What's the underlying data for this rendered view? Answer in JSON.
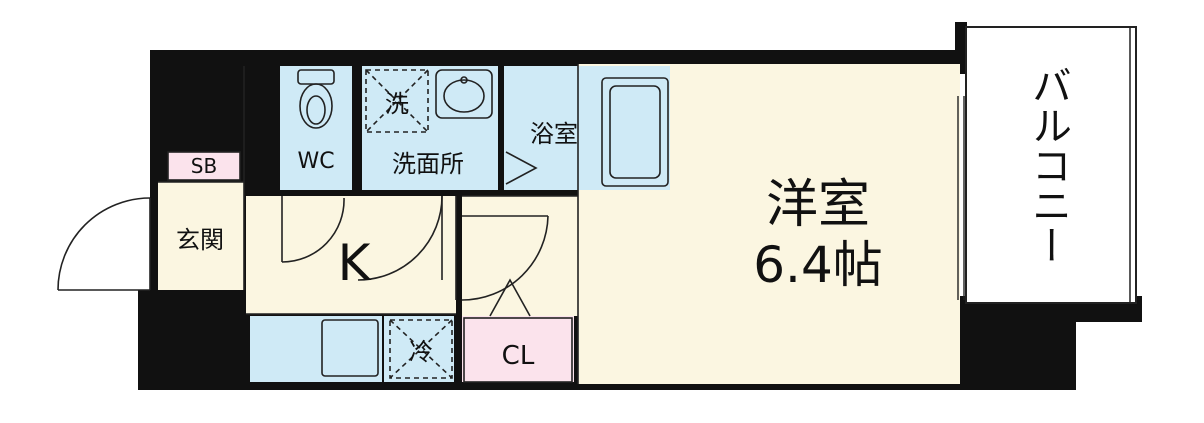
{
  "colors": {
    "wall": "#111111",
    "wet_area": "#cfeaf6",
    "living_area": "#fbf6e1",
    "closet": "#fbe3ec",
    "balcony": "#ffffff",
    "line": "#222222"
  },
  "rooms": {
    "toilet": "WC",
    "washing_machine": "洗",
    "washroom": "洗面所",
    "bathroom": "浴室",
    "western_room": "洋室",
    "western_room_size": "6.4帖",
    "balcony": "バルコニー",
    "shoe_box": "SB",
    "entrance": "玄関",
    "kitchen": "K",
    "refrigerator": "冷",
    "closet": "CL"
  }
}
